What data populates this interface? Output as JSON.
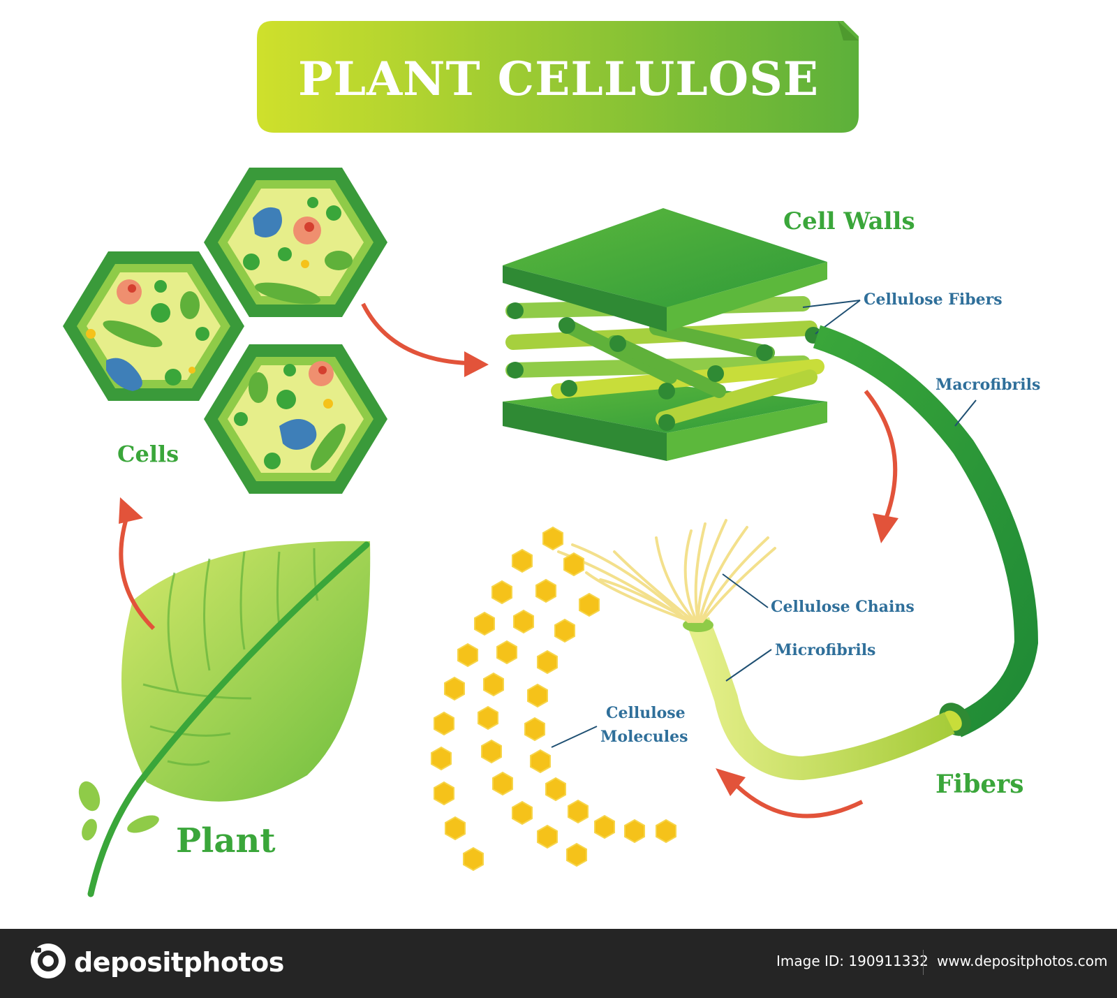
{
  "title": "PLANT CELLULOSE",
  "labels": {
    "cells": "Cells",
    "plant": "Plant",
    "cell_walls": "Cell Walls",
    "cellulose_fibers": "Cellulose Fibers",
    "macrofibrils": "Macrofibrils",
    "cellulose_chains": "Cellulose Chains",
    "microfibrils": "Microfibrils",
    "cellulose_molecules_line1": "Cellulose",
    "cellulose_molecules_line2": "Molecules",
    "fibers": "Fibers"
  },
  "footer": {
    "brand": "depositphotos",
    "image_id": "Image ID: 190911332",
    "site": "www.depositphotos.com"
  },
  "colors": {
    "title_gradient_start": "#c9dc2a",
    "title_gradient_end": "#5fb13a",
    "cell_wall_dark": "#3a9a3a",
    "cytoplasm": "#e6ee8a",
    "nucleus": "#ef8f6f",
    "vacuole": "#3e7fb8",
    "arrow": "#e2533a",
    "molecule_hex": "#f5c21a",
    "label_green": "#3aa63a",
    "label_blue": "#2f6f9a",
    "footer_bg": "#252525"
  },
  "icons": [
    "camera-logo-icon"
  ]
}
